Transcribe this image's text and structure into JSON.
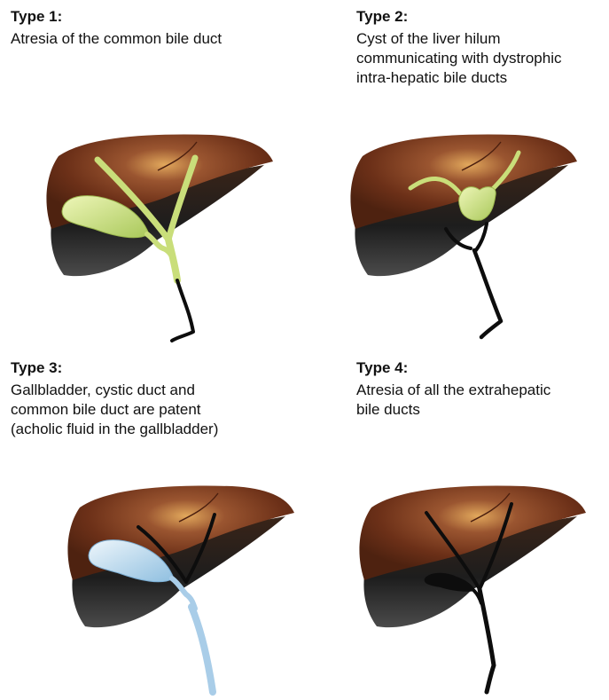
{
  "panels": [
    {
      "type_label": "Type 1:",
      "description_lines": [
        "Atresia of the common bile duct"
      ],
      "duct_color": "#c9de7a"
    },
    {
      "type_label": "Type 2:",
      "description_lines": [
        "Cyst of the liver hilum",
        "communicating with dystrophic",
        "intra-hepatic bile ducts"
      ],
      "duct_color": "#c9de7a"
    },
    {
      "type_label": "Type 3:",
      "description_lines": [
        "Gallbladder, cystic duct and",
        "common bile duct are patent",
        "(acholic fluid in the gallbladder)"
      ],
      "duct_color": "#a9cde8"
    },
    {
      "type_label": "Type 4:",
      "description_lines": [
        "Atresia of all the extrahepatic",
        "bile ducts"
      ],
      "duct_color": "#111111"
    }
  ],
  "colors": {
    "liver_light": "#e2a85c",
    "liver_mid": "#7a3a20",
    "liver_shadow": "#1c1c1c",
    "atretic_duct": "#0d0d0d"
  }
}
